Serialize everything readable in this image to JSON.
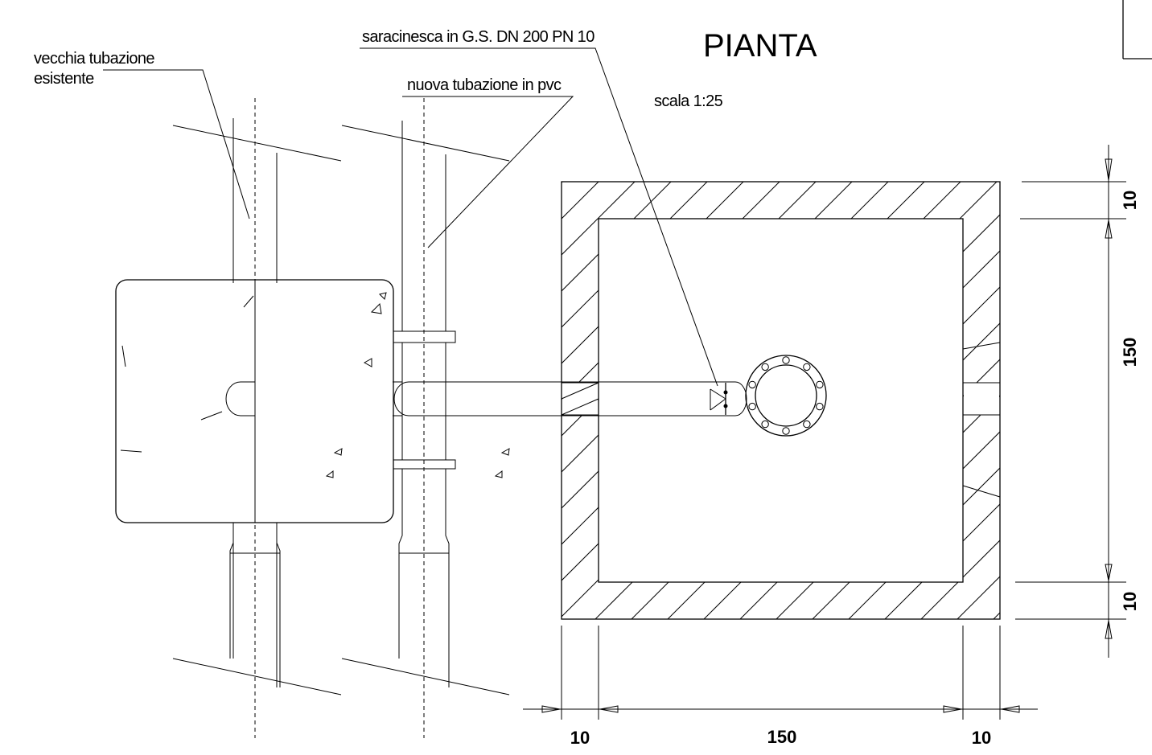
{
  "drawing": {
    "title": "PIANTA",
    "scale": "scala 1:25"
  },
  "labels": {
    "old_pipe_line1": "vecchia tubazione",
    "old_pipe_line2": "esistente",
    "valve": "saracinesca in G.S. DN 200 PN 10",
    "new_pipe": "nuova tubazione in pvc"
  },
  "dimensions": {
    "right_top": "10",
    "right_mid": "150",
    "right_bottom": "10",
    "bottom_left": "10",
    "bottom_mid": "150",
    "bottom_right": "10"
  }
}
